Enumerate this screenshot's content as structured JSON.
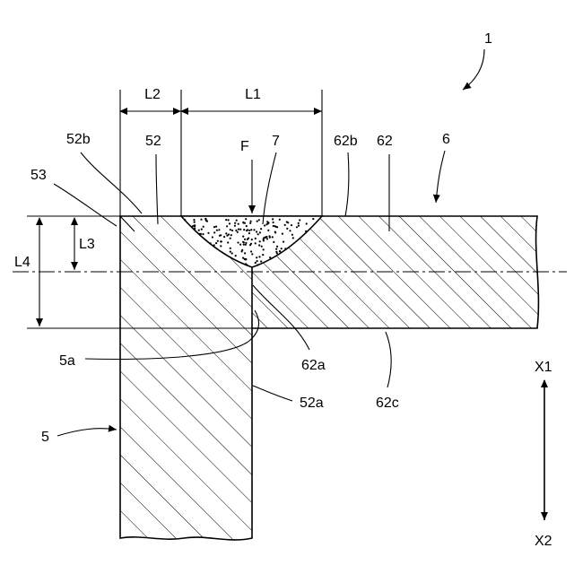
{
  "labels": {
    "ref_1": "1",
    "ref_6": "6",
    "ref_5": "5",
    "ref_5a": "5a",
    "ref_52": "52",
    "ref_52a": "52a",
    "ref_52b": "52b",
    "ref_53": "53",
    "ref_62": "62",
    "ref_62a": "62a",
    "ref_62b": "62b",
    "ref_62c": "62c",
    "ref_7": "7",
    "ref_F": "F",
    "dim_L1": "L1",
    "dim_L2": "L2",
    "dim_L3": "L3",
    "dim_L4": "L4",
    "dir_X1": "X1",
    "dir_X2": "X2"
  }
}
